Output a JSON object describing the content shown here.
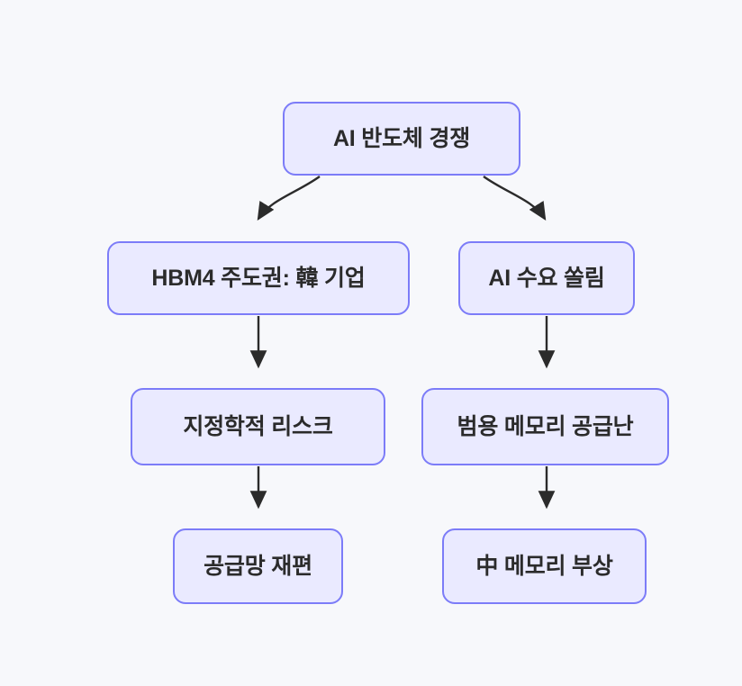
{
  "diagram": {
    "type": "flowchart",
    "orientation": "top-down",
    "background_color": "#f7f8fb",
    "node_fill_color": "#eaeaff",
    "node_border_color": "#7c7cf8",
    "node_text_color": "#2b2b2b",
    "edge_color": "#2b2b2b",
    "nodes": [
      {
        "id": "root",
        "label": "AI 반도체 경쟁",
        "level": 0
      },
      {
        "id": "hbm4",
        "label": "HBM4 주도권: 韓 기업",
        "level": 1
      },
      {
        "id": "ai_demand",
        "label": "AI 수요 쏠림",
        "level": 1
      },
      {
        "id": "geo_risk",
        "label": "지정학적 리스크",
        "level": 2
      },
      {
        "id": "supply",
        "label": "범용 메모리 공급난",
        "level": 2
      },
      {
        "id": "chain",
        "label": "공급망 재편",
        "level": 3
      },
      {
        "id": "china",
        "label": "中 메모리 부상",
        "level": 3
      }
    ],
    "edges": [
      {
        "from": "root",
        "to": "hbm4",
        "style": "curved",
        "arrow": true
      },
      {
        "from": "root",
        "to": "ai_demand",
        "style": "curved",
        "arrow": true
      },
      {
        "from": "hbm4",
        "to": "geo_risk",
        "style": "straight",
        "arrow": true
      },
      {
        "from": "ai_demand",
        "to": "supply",
        "style": "straight",
        "arrow": true
      },
      {
        "from": "geo_risk",
        "to": "chain",
        "style": "straight",
        "arrow": true
      },
      {
        "from": "supply",
        "to": "china",
        "style": "straight",
        "arrow": true
      }
    ]
  }
}
